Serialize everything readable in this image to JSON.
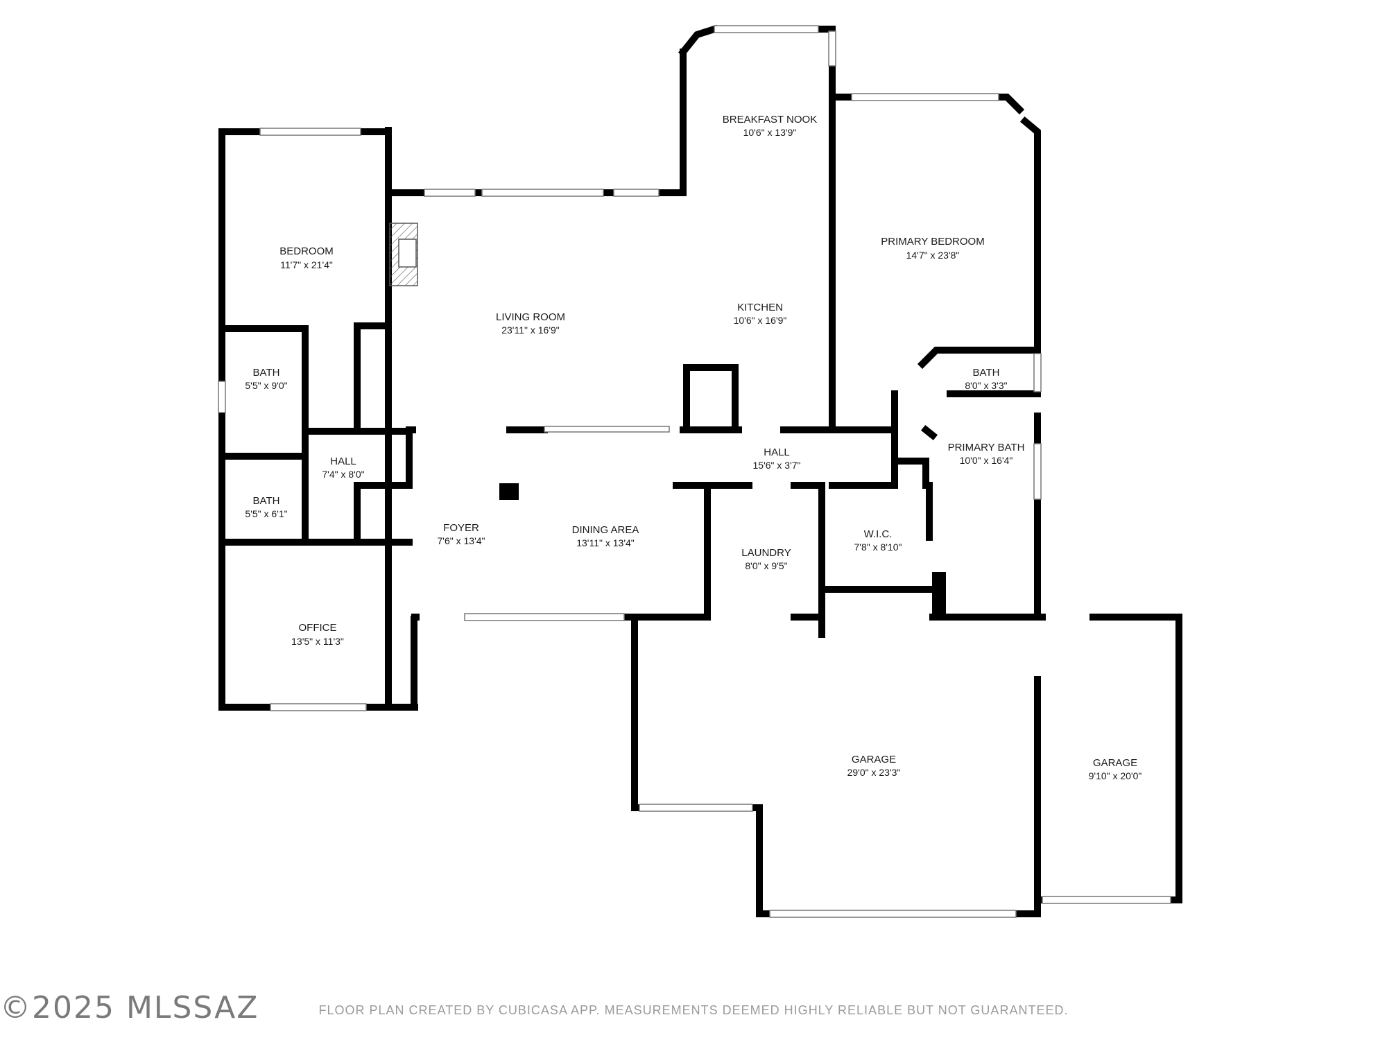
{
  "rooms": {
    "bedroom": {
      "name": "BEDROOM",
      "dims": "11'7\" x 21'4\""
    },
    "bath1": {
      "name": "BATH",
      "dims": "5'5\" x 9'0\""
    },
    "bath2": {
      "name": "BATH",
      "dims": "5'5\" x 6'1\""
    },
    "hall1": {
      "name": "HALL",
      "dims": "7'4\" x 8'0\""
    },
    "office": {
      "name": "OFFICE",
      "dims": "13'5\" x 11'3\""
    },
    "foyer": {
      "name": "FOYER",
      "dims": "7'6\" x 13'4\""
    },
    "living": {
      "name": "LIVING ROOM",
      "dims": "23'11\" x 16'9\""
    },
    "dining": {
      "name": "DINING AREA",
      "dims": "13'11\" x 13'4\""
    },
    "breakfast": {
      "name": "BREAKFAST NOOK",
      "dims": "10'6\" x 13'9\""
    },
    "kitchen": {
      "name": "KITCHEN",
      "dims": "10'6\" x 16'9\""
    },
    "hall2": {
      "name": "HALL",
      "dims": "15'6\" x 3'7\""
    },
    "laundry": {
      "name": "LAUNDRY",
      "dims": "8'0\" x 9'5\""
    },
    "wic": {
      "name": "W.I.C.",
      "dims": "7'8\" x 8'10\""
    },
    "primary_bedroom": {
      "name": "PRIMARY BEDROOM",
      "dims": "14'7\" x 23'8\""
    },
    "bath3": {
      "name": "BATH",
      "dims": "8'0\" x 3'3\""
    },
    "primary_bath": {
      "name": "PRIMARY BATH",
      "dims": "10'0\" x 16'4\""
    },
    "garage1": {
      "name": "GARAGE",
      "dims": "29'0\" x 23'3\""
    },
    "garage2": {
      "name": "GARAGE",
      "dims": "9'10\" x 20'0\""
    }
  },
  "watermark": "©2025 MLSSAZ",
  "disclaimer": "FLOOR PLAN CREATED BY CUBICASA APP. MEASUREMENTS DEEMED HIGHLY RELIABLE BUT NOT GUARANTEED."
}
